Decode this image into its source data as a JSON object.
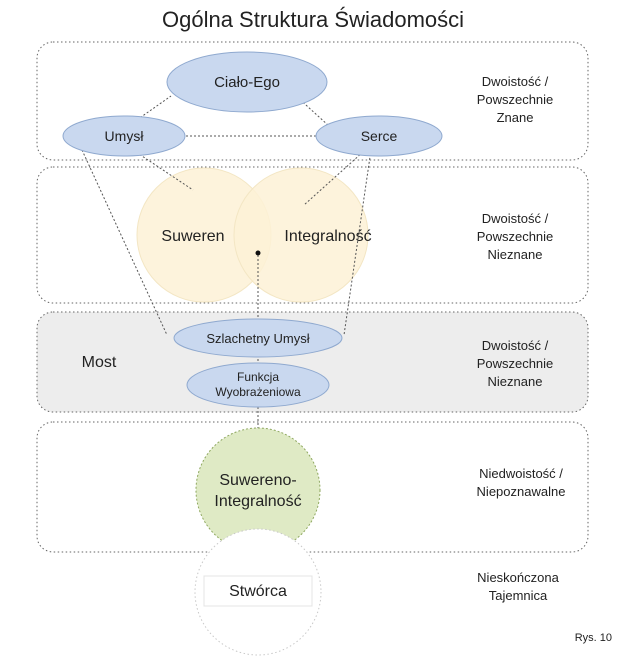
{
  "title": "Ogólna Struktura Świadomości",
  "figure_label": "Rys. 10",
  "levels": [
    {
      "label": [
        "Dwoistość /",
        "Powszechnie",
        "Znane"
      ]
    },
    {
      "label": [
        "Dwoistość /",
        "Powszechnie",
        "Nieznane"
      ]
    },
    {
      "name": "Most",
      "label": [
        "Dwoistość /",
        "Powszechnie",
        "Nieznane"
      ]
    },
    {
      "label": [
        "Niedwoistość /",
        "Niepoznawalne"
      ]
    },
    {
      "label": [
        "Nieskończona",
        "Tajemnica"
      ]
    }
  ],
  "nodes": {
    "body_ego": "Ciało-Ego",
    "mind": "Umysł",
    "heart": "Serce",
    "sovereign": "Suweren",
    "integrality": "Integralność",
    "noble_mind": "Szlachetny Umysł",
    "imagination_function": [
      "Funkcja",
      "Wyobrażeniowa"
    ],
    "sovereign_integrality": [
      "Suwereno-",
      "Integralność"
    ],
    "creator": "Stwórca"
  },
  "colors": {
    "blue_ellipse_fill": "#c9d8ef",
    "blue_ellipse_stroke": "#8fa9cf",
    "venn_fill": "#fdf1d6",
    "green_circle_fill": "#dfeac5",
    "green_circle_stroke": "#8fa860",
    "bridge_fill": "#ededed"
  }
}
